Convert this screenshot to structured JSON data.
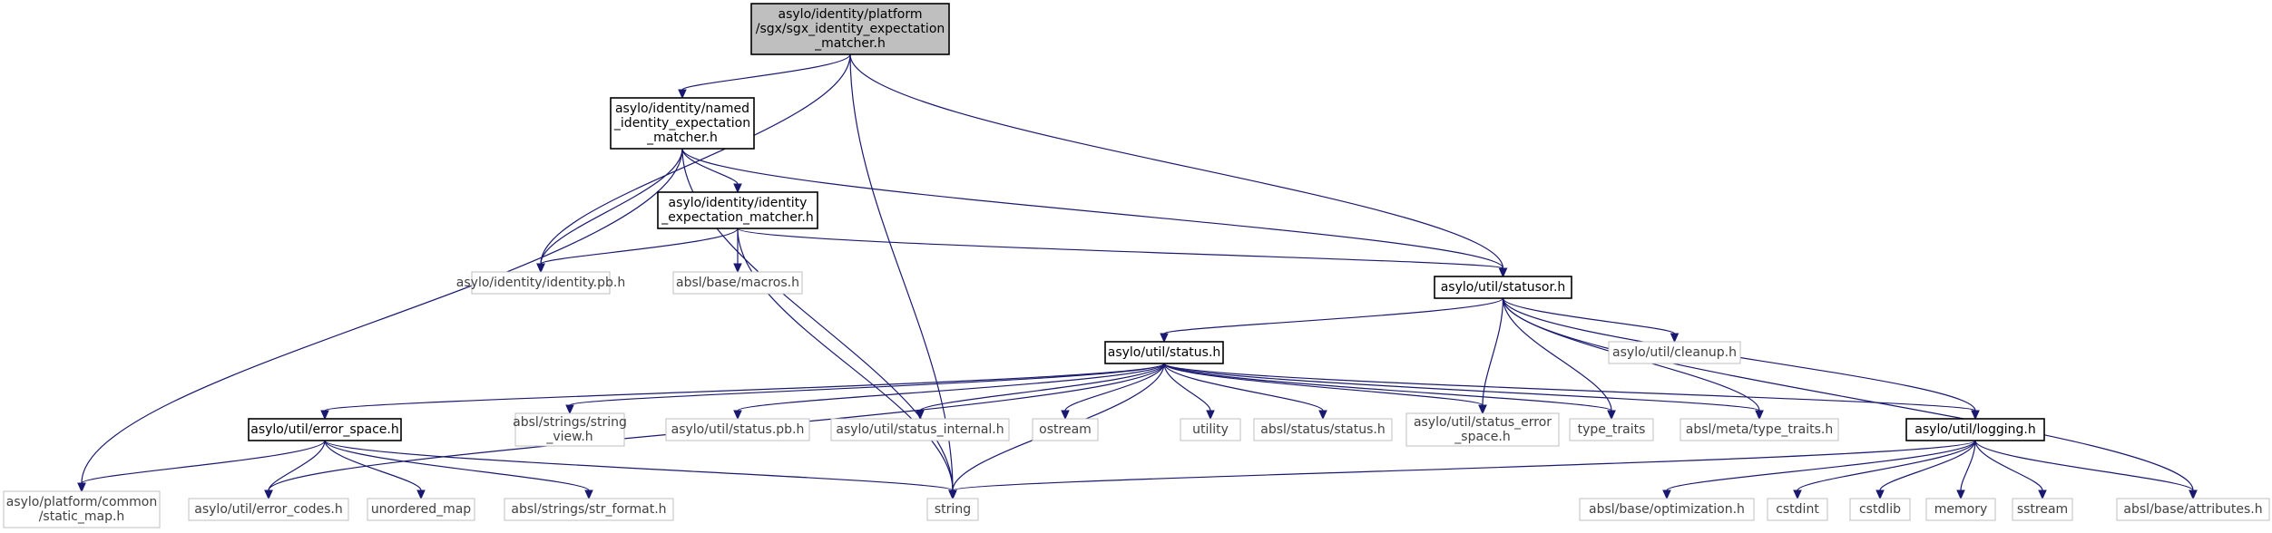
{
  "colors": {
    "edge": "#191970",
    "root_fill": "#bfbfbf",
    "documented_border": "#000000",
    "external_border": "#bfbfbf",
    "text": "#000000"
  },
  "nodes": [
    {
      "id": "root",
      "kind": "root",
      "lines": [
        "asylo/identity/platform",
        "/sgx/sgx_identity_expectation",
        "_matcher.h"
      ]
    },
    {
      "id": "named_iem",
      "kind": "documented",
      "lines": [
        "asylo/identity/named",
        "_identity_expectation",
        "_matcher.h"
      ]
    },
    {
      "id": "identity_em",
      "kind": "documented",
      "lines": [
        "asylo/identity/identity",
        "_expectation_matcher.h"
      ]
    },
    {
      "id": "identity_pb",
      "kind": "external",
      "lines": [
        "asylo/identity/identity.pb.h"
      ]
    },
    {
      "id": "base_macros",
      "kind": "external",
      "lines": [
        "absl/base/macros.h"
      ]
    },
    {
      "id": "statusor",
      "kind": "documented",
      "lines": [
        "asylo/util/statusor.h"
      ]
    },
    {
      "id": "status",
      "kind": "documented",
      "lines": [
        "asylo/util/status.h"
      ]
    },
    {
      "id": "cleanup",
      "kind": "external",
      "lines": [
        "asylo/util/cleanup.h"
      ]
    },
    {
      "id": "error_space",
      "kind": "documented",
      "lines": [
        "asylo/util/error_space.h"
      ]
    },
    {
      "id": "string_view",
      "kind": "external",
      "lines": [
        "absl/strings/string",
        "_view.h"
      ]
    },
    {
      "id": "status_pb",
      "kind": "external",
      "lines": [
        "asylo/util/status.pb.h"
      ]
    },
    {
      "id": "status_internal",
      "kind": "external",
      "lines": [
        "asylo/util/status_internal.h"
      ]
    },
    {
      "id": "ostream",
      "kind": "external",
      "lines": [
        "ostream"
      ]
    },
    {
      "id": "utility",
      "kind": "external",
      "lines": [
        "utility"
      ]
    },
    {
      "id": "absl_status",
      "kind": "external",
      "lines": [
        "absl/status/status.h"
      ]
    },
    {
      "id": "status_error_space",
      "kind": "external",
      "lines": [
        "asylo/util/status_error",
        "_space.h"
      ]
    },
    {
      "id": "type_traits",
      "kind": "external",
      "lines": [
        "type_traits"
      ]
    },
    {
      "id": "meta_type_traits",
      "kind": "external",
      "lines": [
        "absl/meta/type_traits.h"
      ]
    },
    {
      "id": "logging",
      "kind": "documented",
      "lines": [
        "asylo/util/logging.h"
      ]
    },
    {
      "id": "static_map",
      "kind": "external",
      "lines": [
        "asylo/platform/common",
        "/static_map.h"
      ]
    },
    {
      "id": "error_codes",
      "kind": "external",
      "lines": [
        "asylo/util/error_codes.h"
      ]
    },
    {
      "id": "unordered_map",
      "kind": "external",
      "lines": [
        "unordered_map"
      ]
    },
    {
      "id": "str_format",
      "kind": "external",
      "lines": [
        "absl/strings/str_format.h"
      ]
    },
    {
      "id": "string",
      "kind": "external",
      "lines": [
        "string"
      ]
    },
    {
      "id": "optimization",
      "kind": "external",
      "lines": [
        "absl/base/optimization.h"
      ]
    },
    {
      "id": "cstdint",
      "kind": "external",
      "lines": [
        "cstdint"
      ]
    },
    {
      "id": "cstdlib",
      "kind": "external",
      "lines": [
        "cstdlib"
      ]
    },
    {
      "id": "memory",
      "kind": "external",
      "lines": [
        "memory"
      ]
    },
    {
      "id": "sstream",
      "kind": "external",
      "lines": [
        "sstream"
      ]
    },
    {
      "id": "attributes",
      "kind": "external",
      "lines": [
        "absl/base/attributes.h"
      ]
    }
  ],
  "edges": [
    [
      "root",
      "named_iem"
    ],
    [
      "root",
      "identity_pb"
    ],
    [
      "root",
      "statusor"
    ],
    [
      "root",
      "string"
    ],
    [
      "named_iem",
      "identity_em"
    ],
    [
      "named_iem",
      "identity_pb"
    ],
    [
      "named_iem",
      "statusor"
    ],
    [
      "named_iem",
      "static_map"
    ],
    [
      "named_iem",
      "string"
    ],
    [
      "identity_em",
      "identity_pb"
    ],
    [
      "identity_em",
      "base_macros"
    ],
    [
      "identity_em",
      "statusor"
    ],
    [
      "identity_em",
      "string"
    ],
    [
      "statusor",
      "status"
    ],
    [
      "statusor",
      "cleanup"
    ],
    [
      "statusor",
      "status_error_space"
    ],
    [
      "statusor",
      "type_traits"
    ],
    [
      "statusor",
      "meta_type_traits"
    ],
    [
      "statusor",
      "logging"
    ],
    [
      "statusor",
      "attributes"
    ],
    [
      "status",
      "error_space"
    ],
    [
      "status",
      "error_codes"
    ],
    [
      "status",
      "string_view"
    ],
    [
      "status",
      "status_pb"
    ],
    [
      "status",
      "status_internal"
    ],
    [
      "status",
      "ostream"
    ],
    [
      "status",
      "utility"
    ],
    [
      "status",
      "absl_status"
    ],
    [
      "status",
      "status_error_space"
    ],
    [
      "status",
      "type_traits"
    ],
    [
      "status",
      "meta_type_traits"
    ],
    [
      "status",
      "logging"
    ],
    [
      "status",
      "string"
    ],
    [
      "error_space",
      "static_map"
    ],
    [
      "error_space",
      "error_codes"
    ],
    [
      "error_space",
      "unordered_map"
    ],
    [
      "error_space",
      "str_format"
    ],
    [
      "error_space",
      "string"
    ],
    [
      "logging",
      "string"
    ],
    [
      "logging",
      "optimization"
    ],
    [
      "logging",
      "cstdint"
    ],
    [
      "logging",
      "cstdlib"
    ],
    [
      "logging",
      "memory"
    ],
    [
      "logging",
      "sstream"
    ],
    [
      "logging",
      "attributes"
    ]
  ]
}
